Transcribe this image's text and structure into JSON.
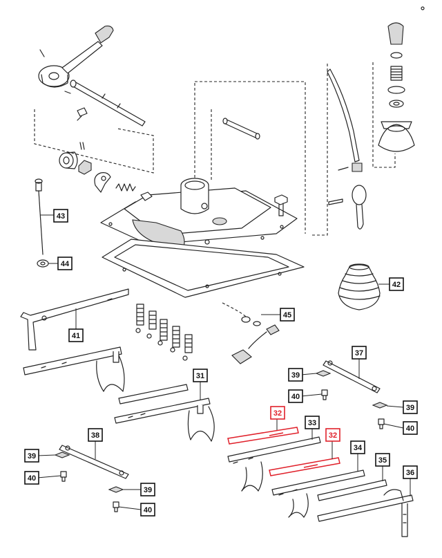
{
  "diagram": {
    "highlight_color": "#e0202a",
    "line_color": "#222222",
    "callouts": [
      {
        "id": "c43",
        "label": "43",
        "highlighted": false
      },
      {
        "id": "c44",
        "label": "44",
        "highlighted": false
      },
      {
        "id": "c42",
        "label": "42",
        "highlighted": false
      },
      {
        "id": "c41",
        "label": "41",
        "highlighted": false
      },
      {
        "id": "c45",
        "label": "45",
        "highlighted": false
      },
      {
        "id": "c37",
        "label": "37",
        "highlighted": false
      },
      {
        "id": "c31",
        "label": "31",
        "highlighted": false
      },
      {
        "id": "c39a",
        "label": "39",
        "highlighted": false
      },
      {
        "id": "c40a",
        "label": "40",
        "highlighted": false
      },
      {
        "id": "c39b",
        "label": "39",
        "highlighted": false
      },
      {
        "id": "c40b",
        "label": "40",
        "highlighted": false
      },
      {
        "id": "c32a",
        "label": "32",
        "highlighted": true
      },
      {
        "id": "c33",
        "label": "33",
        "highlighted": false
      },
      {
        "id": "c32b",
        "label": "32",
        "highlighted": true
      },
      {
        "id": "c34",
        "label": "34",
        "highlighted": false
      },
      {
        "id": "c35",
        "label": "35",
        "highlighted": false
      },
      {
        "id": "c36",
        "label": "36",
        "highlighted": false
      },
      {
        "id": "c38",
        "label": "38",
        "highlighted": false
      },
      {
        "id": "c39c",
        "label": "39",
        "highlighted": false
      },
      {
        "id": "c40c",
        "label": "40",
        "highlighted": false
      },
      {
        "id": "c39d",
        "label": "39",
        "highlighted": false
      },
      {
        "id": "c40d",
        "label": "40",
        "highlighted": false
      }
    ]
  }
}
